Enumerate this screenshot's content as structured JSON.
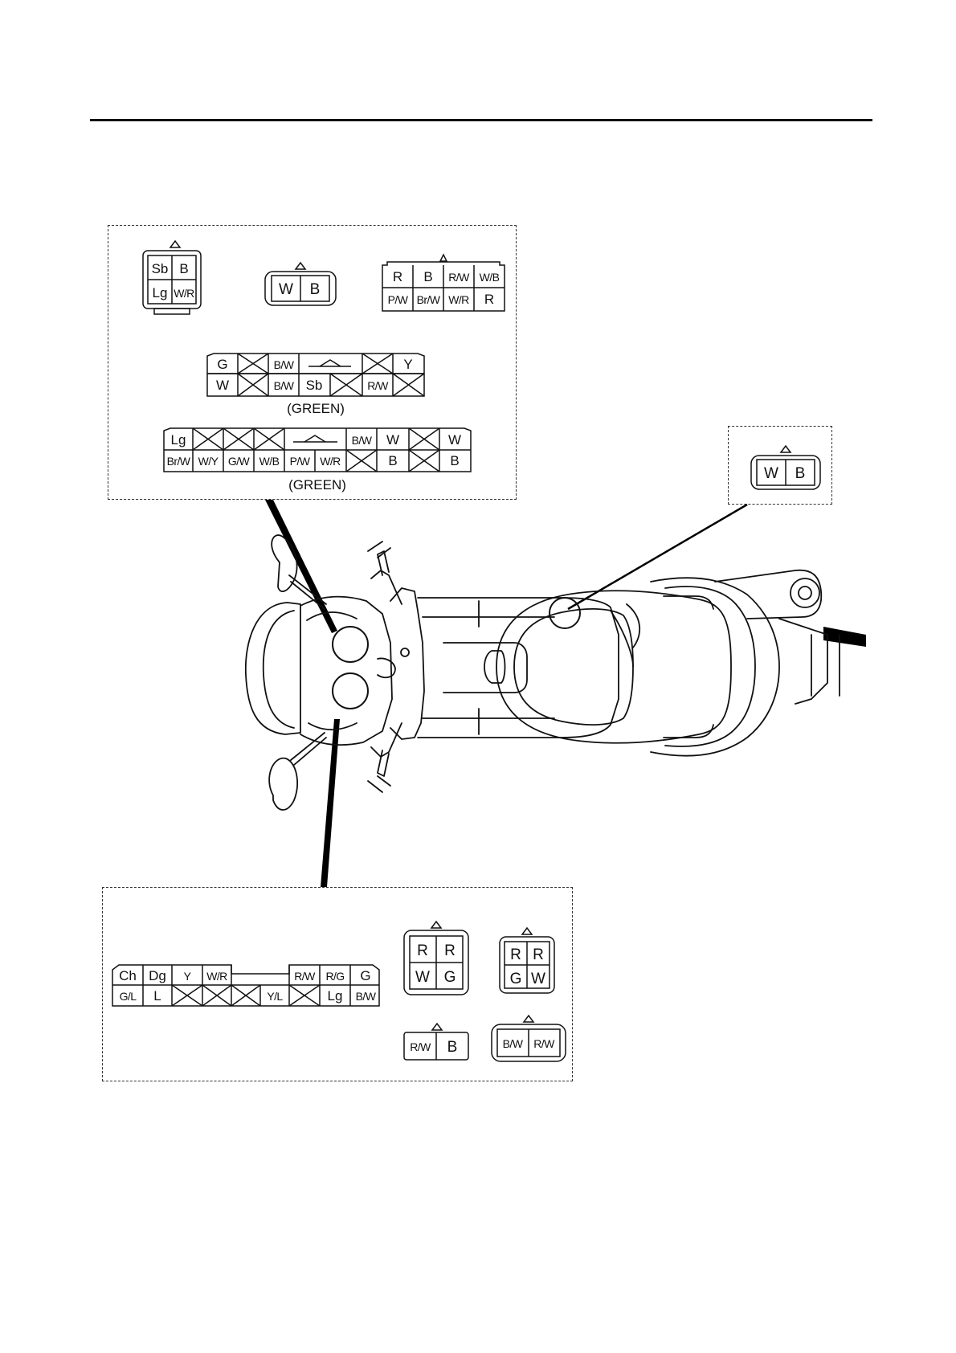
{
  "colors": {
    "ink": "#111111",
    "paper": "#ffffff",
    "pointer": "#000000"
  },
  "callout_top_left": {
    "connector_a": {
      "cells": [
        "Sb",
        "B",
        "Lg",
        "W/R"
      ]
    },
    "connector_b": {
      "cells": [
        "W",
        "B"
      ]
    },
    "connector_c": {
      "cells": [
        "R",
        "B",
        "R/W",
        "W/B",
        "P/W",
        "Br/W",
        "W/R",
        "R"
      ]
    },
    "connector_d": {
      "top": [
        "G",
        "",
        "B/W",
        "",
        "",
        "Y"
      ],
      "bottom": [
        "W",
        "",
        "B/W",
        "Sb",
        "",
        "R/W",
        ""
      ],
      "caption": "(GREEN)"
    },
    "connector_e": {
      "top": [
        "Lg",
        "",
        "",
        "",
        "",
        "B/W",
        "W",
        "",
        "W"
      ],
      "bottom": [
        "Br/W",
        "W/Y",
        "G/W",
        "W/B",
        "P/W",
        "W/R",
        "",
        "B",
        "",
        "B"
      ],
      "caption": "(GREEN)"
    }
  },
  "callout_right": {
    "connector": {
      "cells": [
        "W",
        "B"
      ]
    }
  },
  "callout_bottom": {
    "connector_main": {
      "top": [
        "Ch",
        "Dg",
        "Y",
        "W/R",
        "",
        "R/W",
        "R/G",
        "G"
      ],
      "bottom": [
        "G/L",
        "L",
        "",
        "",
        "",
        "Y/L",
        "",
        "Lg",
        "B/W"
      ]
    },
    "connector_f": {
      "cells": [
        "R",
        "R",
        "W",
        "G"
      ]
    },
    "connector_g": {
      "cells": [
        "R",
        "R",
        "G",
        "W"
      ]
    },
    "connector_h": {
      "cells": [
        "R/W",
        "B"
      ]
    },
    "connector_i": {
      "cells": [
        "B/W",
        "R/W"
      ]
    }
  },
  "motorcycle": {
    "icon": "scooter-top-view-icon"
  }
}
